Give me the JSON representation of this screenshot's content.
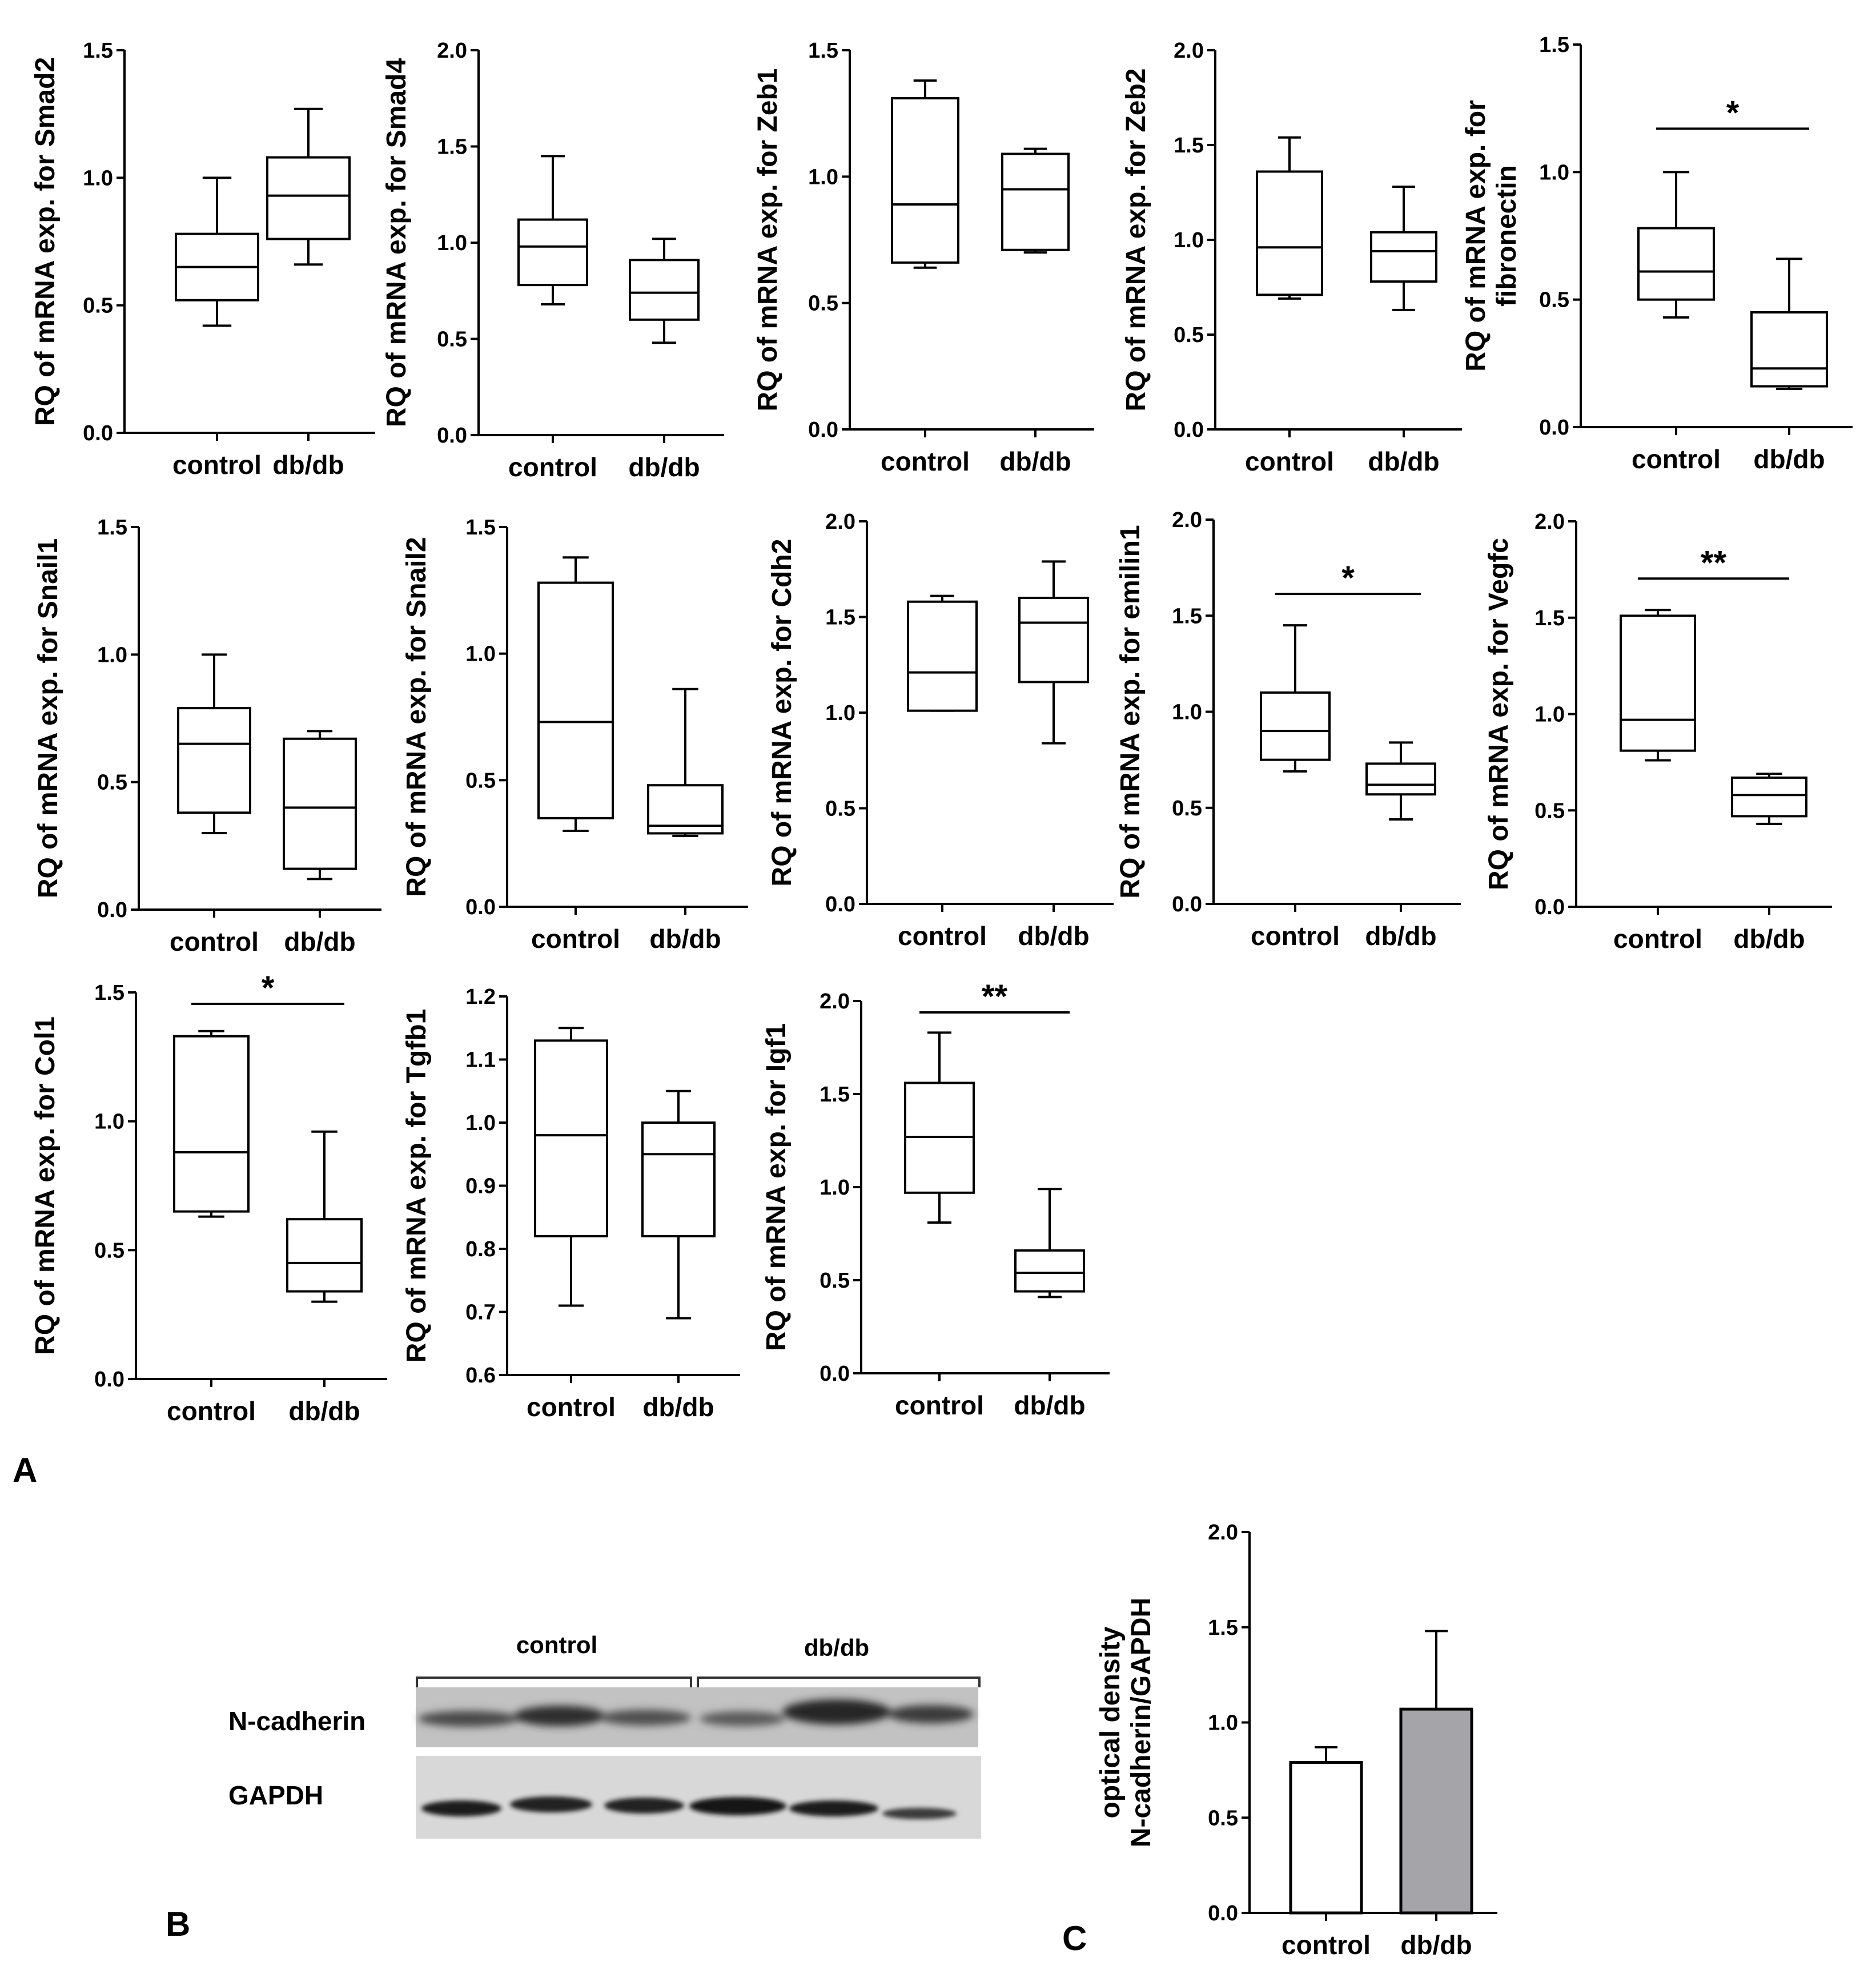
{
  "panel_labels": {
    "a": "A",
    "b": "B",
    "c": "C"
  },
  "chart_data": [
    {
      "type": "box",
      "title": "",
      "xlabel": "",
      "ylabel": "RQ of mRNA exp. for Smad2",
      "categories": [
        "control",
        "db/db"
      ],
      "ylim": [
        0,
        1.5
      ],
      "yticks": [
        0.0,
        0.5,
        1.0,
        1.5
      ],
      "ytick_labels": [
        "0.0",
        "0.5",
        "1.0",
        "1.5"
      ],
      "boxes": [
        {
          "min": 0.42,
          "q1": 0.52,
          "median": 0.65,
          "q3": 0.78,
          "max": 1.0
        },
        {
          "min": 0.66,
          "q1": 0.76,
          "median": 0.93,
          "q3": 1.08,
          "max": 1.27
        }
      ],
      "significance": ""
    },
    {
      "type": "box",
      "title": "",
      "xlabel": "",
      "ylabel": "RQ of mRNA exp. for Smad4",
      "categories": [
        "control",
        "db/db"
      ],
      "ylim": [
        0,
        2.0
      ],
      "yticks": [
        0.0,
        0.5,
        1.0,
        1.5,
        2.0
      ],
      "ytick_labels": [
        "0.0",
        "0.5",
        "1.0",
        "1.5",
        "2.0"
      ],
      "boxes": [
        {
          "min": 0.68,
          "q1": 0.78,
          "median": 0.98,
          "q3": 1.12,
          "max": 1.45
        },
        {
          "min": 0.48,
          "q1": 0.6,
          "median": 0.74,
          "q3": 0.91,
          "max": 1.02
        }
      ],
      "significance": ""
    },
    {
      "type": "box",
      "title": "",
      "xlabel": "",
      "ylabel": "RQ of mRNA exp. for Zeb1",
      "categories": [
        "control",
        "db/db"
      ],
      "ylim": [
        0,
        1.5
      ],
      "yticks": [
        0.0,
        0.5,
        1.0,
        1.5
      ],
      "ytick_labels": [
        "0.0",
        "0.5",
        "1.0",
        "1.5"
      ],
      "boxes": [
        {
          "min": 0.64,
          "q1": 0.66,
          "median": 0.89,
          "q3": 1.31,
          "max": 1.38
        },
        {
          "min": 0.7,
          "q1": 0.71,
          "median": 0.95,
          "q3": 1.09,
          "max": 1.11
        }
      ],
      "significance": ""
    },
    {
      "type": "box",
      "title": "",
      "xlabel": "",
      "ylabel": "RQ of mRNA exp. for  Zeb2",
      "categories": [
        "control",
        "db/db"
      ],
      "ylim": [
        0,
        2.0
      ],
      "yticks": [
        0.0,
        0.5,
        1.0,
        1.5,
        2.0
      ],
      "ytick_labels": [
        "0.0",
        "0.5",
        "1.0",
        "1.5",
        "2.0"
      ],
      "boxes": [
        {
          "min": 0.69,
          "q1": 0.71,
          "median": 0.96,
          "q3": 1.36,
          "max": 1.54
        },
        {
          "min": 0.63,
          "q1": 0.78,
          "median": 0.94,
          "q3": 1.04,
          "max": 1.28
        }
      ],
      "significance": ""
    },
    {
      "type": "box",
      "title": "",
      "xlabel": "",
      "ylabel": "RQ of mRNA exp. for fibronectin",
      "ylabel_lines": [
        "RQ of mRNA exp. for",
        "fibronectin"
      ],
      "categories": [
        "control",
        "db/db"
      ],
      "ylim": [
        0,
        1.5
      ],
      "yticks": [
        0.0,
        0.5,
        1.0,
        1.5
      ],
      "ytick_labels": [
        "0.0",
        "0.5",
        "1.0",
        "1.5"
      ],
      "boxes": [
        {
          "min": 0.43,
          "q1": 0.5,
          "median": 0.61,
          "q3": 0.78,
          "max": 1.0
        },
        {
          "min": 0.15,
          "q1": 0.16,
          "median": 0.23,
          "q3": 0.45,
          "max": 0.66
        }
      ],
      "significance": "*"
    },
    {
      "type": "box",
      "title": "",
      "xlabel": "",
      "ylabel": "RQ of mRNA exp. for Snail1",
      "categories": [
        "control",
        "db/db"
      ],
      "ylim": [
        0,
        1.5
      ],
      "yticks": [
        0.0,
        0.5,
        1.0,
        1.5
      ],
      "ytick_labels": [
        "0.0",
        "0.5",
        "1.0",
        "1.5"
      ],
      "boxes": [
        {
          "min": 0.3,
          "q1": 0.38,
          "median": 0.65,
          "q3": 0.79,
          "max": 1.0
        },
        {
          "min": 0.12,
          "q1": 0.16,
          "median": 0.4,
          "q3": 0.67,
          "max": 0.7
        }
      ],
      "significance": ""
    },
    {
      "type": "box",
      "title": "",
      "xlabel": "",
      "ylabel": "RQ of mRNA exp. for Snail2",
      "categories": [
        "control",
        "db/db"
      ],
      "ylim": [
        0,
        1.5
      ],
      "yticks": [
        0.0,
        0.5,
        1.0,
        1.5
      ],
      "ytick_labels": [
        "0.0",
        "0.5",
        "1.0",
        "1.5"
      ],
      "boxes": [
        {
          "min": 0.3,
          "q1": 0.35,
          "median": 0.73,
          "q3": 1.28,
          "max": 1.38
        },
        {
          "min": 0.28,
          "q1": 0.29,
          "median": 0.32,
          "q3": 0.48,
          "max": 0.86
        }
      ],
      "significance": ""
    },
    {
      "type": "box",
      "title": "",
      "xlabel": "",
      "ylabel": "RQ of mRNA exp. for Cdh2",
      "categories": [
        "control",
        "db/db"
      ],
      "ylim": [
        0,
        2.0
      ],
      "yticks": [
        0.0,
        0.5,
        1.0,
        1.5,
        2.0
      ],
      "ytick_labels": [
        "0.0",
        "0.5",
        "1.0",
        "1.5",
        "2.0"
      ],
      "boxes": [
        {
          "min": 1.01,
          "q1": 1.01,
          "median": 1.21,
          "q3": 1.58,
          "max": 1.61
        },
        {
          "min": 0.84,
          "q1": 1.16,
          "median": 1.47,
          "q3": 1.6,
          "max": 1.79
        }
      ],
      "significance": ""
    },
    {
      "type": "box",
      "title": "",
      "xlabel": "",
      "ylabel": "RQ of mRNA exp. for emilin1",
      "categories": [
        "control",
        "db/db"
      ],
      "ylim": [
        0,
        2.0
      ],
      "yticks": [
        0.0,
        0.5,
        1.0,
        1.5,
        2.0
      ],
      "ytick_labels": [
        "0.0",
        "0.5",
        "1.0",
        "1.5",
        "2.0"
      ],
      "boxes": [
        {
          "min": 0.69,
          "q1": 0.75,
          "median": 0.9,
          "q3": 1.1,
          "max": 1.45
        },
        {
          "min": 0.44,
          "q1": 0.57,
          "median": 0.62,
          "q3": 0.73,
          "max": 0.84
        }
      ],
      "significance": "*"
    },
    {
      "type": "box",
      "title": "",
      "xlabel": "",
      "ylabel": "RQ of mRNA exp. for Vegfc",
      "categories": [
        "control",
        "db/db"
      ],
      "ylim": [
        0,
        2.0
      ],
      "yticks": [
        0.0,
        0.5,
        1.0,
        1.5,
        2.0
      ],
      "ytick_labels": [
        "0.0",
        "0.5",
        "1.0",
        "1.5",
        "2.0"
      ],
      "boxes": [
        {
          "min": 0.76,
          "q1": 0.81,
          "median": 0.97,
          "q3": 1.51,
          "max": 1.54
        },
        {
          "min": 0.43,
          "q1": 0.47,
          "median": 0.58,
          "q3": 0.67,
          "max": 0.69
        }
      ],
      "significance": "**"
    },
    {
      "type": "box",
      "title": "",
      "xlabel": "",
      "ylabel": "RQ of mRNA exp. for Col1",
      "categories": [
        "control",
        "db/db"
      ],
      "ylim": [
        0,
        1.5
      ],
      "yticks": [
        0.0,
        0.5,
        1.0,
        1.5
      ],
      "ytick_labels": [
        "0.0",
        "0.5",
        "1.0",
        "1.5"
      ],
      "boxes": [
        {
          "min": 0.63,
          "q1": 0.65,
          "median": 0.88,
          "q3": 1.33,
          "max": 1.35
        },
        {
          "min": 0.3,
          "q1": 0.34,
          "median": 0.45,
          "q3": 0.62,
          "max": 0.96
        }
      ],
      "significance": "*"
    },
    {
      "type": "box",
      "title": "",
      "xlabel": "",
      "ylabel": "RQ of mRNA exp. for Tgfb1",
      "categories": [
        "control",
        "db/db"
      ],
      "ylim": [
        0.6,
        1.2
      ],
      "yticks": [
        0.6,
        0.7,
        0.8,
        0.9,
        1.0,
        1.1,
        1.2
      ],
      "ytick_labels": [
        "0.6",
        "0.7",
        "0.8",
        "0.9",
        "1.0",
        "1.1",
        "1.2"
      ],
      "boxes": [
        {
          "min": 0.71,
          "q1": 0.82,
          "median": 0.98,
          "q3": 1.13,
          "max": 1.15
        },
        {
          "min": 0.69,
          "q1": 0.82,
          "median": 0.95,
          "q3": 1.0,
          "max": 1.05
        }
      ],
      "significance": ""
    },
    {
      "type": "box",
      "title": "",
      "xlabel": "",
      "ylabel": "RQ of mRNA exp. for Igf1",
      "categories": [
        "control",
        "db/db"
      ],
      "ylim": [
        0,
        2.0
      ],
      "yticks": [
        0.0,
        0.5,
        1.0,
        1.5,
        2.0
      ],
      "ytick_labels": [
        "0.0",
        "0.5",
        "1.0",
        "1.5",
        "2.0"
      ],
      "boxes": [
        {
          "min": 0.81,
          "q1": 0.97,
          "median": 1.27,
          "q3": 1.56,
          "max": 1.83
        },
        {
          "min": 0.41,
          "q1": 0.44,
          "median": 0.54,
          "q3": 0.66,
          "max": 0.99
        }
      ],
      "significance": "**"
    },
    {
      "type": "bar",
      "title": "",
      "xlabel": "",
      "ylabel": "optical density N-cadherin/GAPDH",
      "ylabel_lines": [
        "optical density",
        "N-cadherin/GAPDH"
      ],
      "categories": [
        "control",
        "db/db"
      ],
      "ylim": [
        0,
        2.0
      ],
      "yticks": [
        0.0,
        0.5,
        1.0,
        1.5,
        2.0
      ],
      "ytick_labels": [
        "0.0",
        "0.5",
        "1.0",
        "1.5",
        "2.0"
      ],
      "values": [
        0.79,
        1.07
      ],
      "errors": [
        0.08,
        0.41
      ],
      "bar_colors": [
        "#ffffff",
        "#a5a5a9"
      ]
    }
  ],
  "western_blot": {
    "groups": [
      "control",
      "db/db"
    ],
    "rows": [
      "N-cadherin",
      "GAPDH"
    ],
    "lanes_per_group": 3
  }
}
